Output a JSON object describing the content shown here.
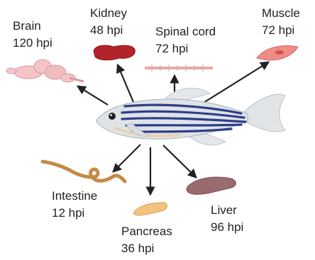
{
  "organs": {
    "brain": {
      "name": "Brain",
      "time": "120 hpi",
      "color": "#f2c5c8"
    },
    "kidney": {
      "name": "Kidney",
      "time": "48 hpi",
      "color": "#b3232b"
    },
    "spinal_cord": {
      "name": "Spinal cord",
      "time": "72 hpi",
      "color": "#e7a9a9"
    },
    "muscle": {
      "name": "Muscle",
      "time": "72 hpi",
      "color": "#f08c86"
    },
    "intestine": {
      "name": "Intestine",
      "time": "12 hpi",
      "color": "#c48a45"
    },
    "pancreas": {
      "name": "Pancreas",
      "time": "36 hpi",
      "color": "#f3c27e"
    },
    "liver": {
      "name": "Liver",
      "time": "96 hpi",
      "color": "#9a6b6e"
    }
  },
  "fish": {
    "body_color": "#dfe3e6",
    "stripe_color": "#2d3e8c"
  },
  "arrow_color": "#222222"
}
